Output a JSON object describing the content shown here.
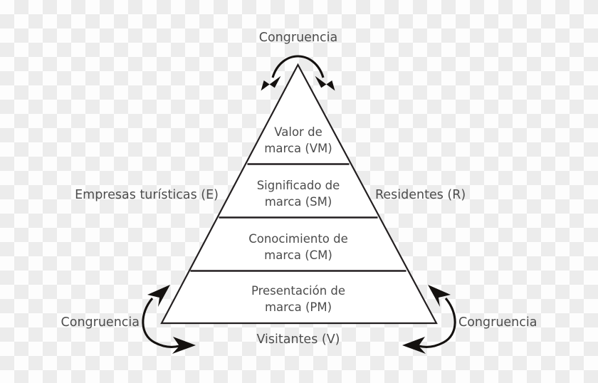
{
  "diagram": {
    "title_text": "",
    "colors": {
      "stroke": "#231f20",
      "arrow": "#14110f",
      "text": "#4c4c4c",
      "tier_fill": "#ffffff",
      "checker_light": "#fdfdfd",
      "checker_dark": "#ececec"
    },
    "tiers": [
      {
        "id": "vm",
        "line1": "Valor de",
        "line2": "marca (VM)"
      },
      {
        "id": "sm",
        "line1": "Significado de",
        "line2": "marca (SM)"
      },
      {
        "id": "cm",
        "line1": "Conocimiento de",
        "line2": "marca (CM)"
      },
      {
        "id": "pm",
        "line1": "Presentación de",
        "line2": "marca (PM)"
      }
    ],
    "stakeholders": {
      "left": "Empresas turísticas (E)",
      "right": "Residentes (R)",
      "bottom": "Visitantes (V)"
    },
    "congruence": {
      "top": "Congruencia",
      "bottom_left": "Congruencia",
      "bottom_right": "Congruencia"
    }
  }
}
